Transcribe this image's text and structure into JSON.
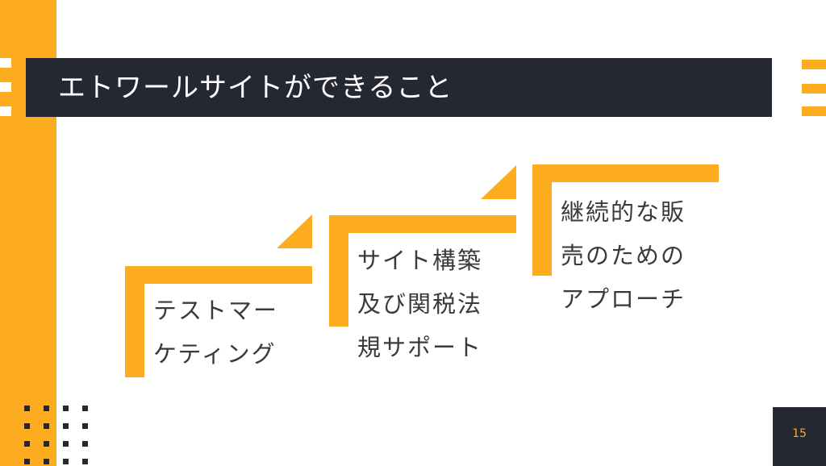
{
  "slide": {
    "title": "エトワールサイトができること",
    "page_number": "15"
  },
  "steps": [
    {
      "lines": [
        "テストマー",
        "ケティング"
      ]
    },
    {
      "lines": [
        "サイト構築",
        "及び関税法",
        "規サポート"
      ]
    },
    {
      "lines": [
        "継続的な販",
        "売のための",
        "アプローチ"
      ]
    }
  ],
  "colors": {
    "accent": "#FEAC1F",
    "dark": "#252733",
    "text": "#3a3a3a",
    "background": "#ffffff"
  }
}
